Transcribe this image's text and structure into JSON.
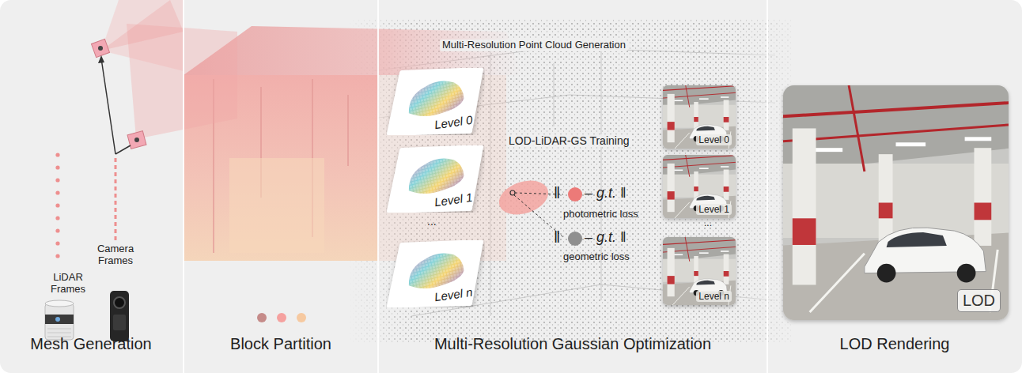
{
  "diagram": {
    "nodes": [
      {
        "text": [
          "Level 0"
        ]
      },
      {
        "text": [
          "Level 1"
        ]
      },
      {
        "text": [
          "Level n"
        ]
      },
      {
        "text": [
          "Level 0"
        ]
      },
      {
        "text": [
          "Level 1"
        ]
      },
      {
        "text": [
          "Level n"
        ]
      },
      {
        "text": [
          "LOD"
        ]
      }
    ],
    "labels": [
      "LiDAR Frames",
      "Camera Frames",
      "Mesh Generation",
      "Block Partition",
      "Multi-Resolution Gaussian Optimization",
      "LOD Rendering",
      "Multi-Resolution Point Cloud Generation",
      "...",
      "LOD-LiDAR-GS Training",
      "‖",
      "– g.t. ‖",
      "photometric loss",
      "‖",
      "– g.t. ‖",
      "geometric loss",
      "..."
    ]
  }
}
